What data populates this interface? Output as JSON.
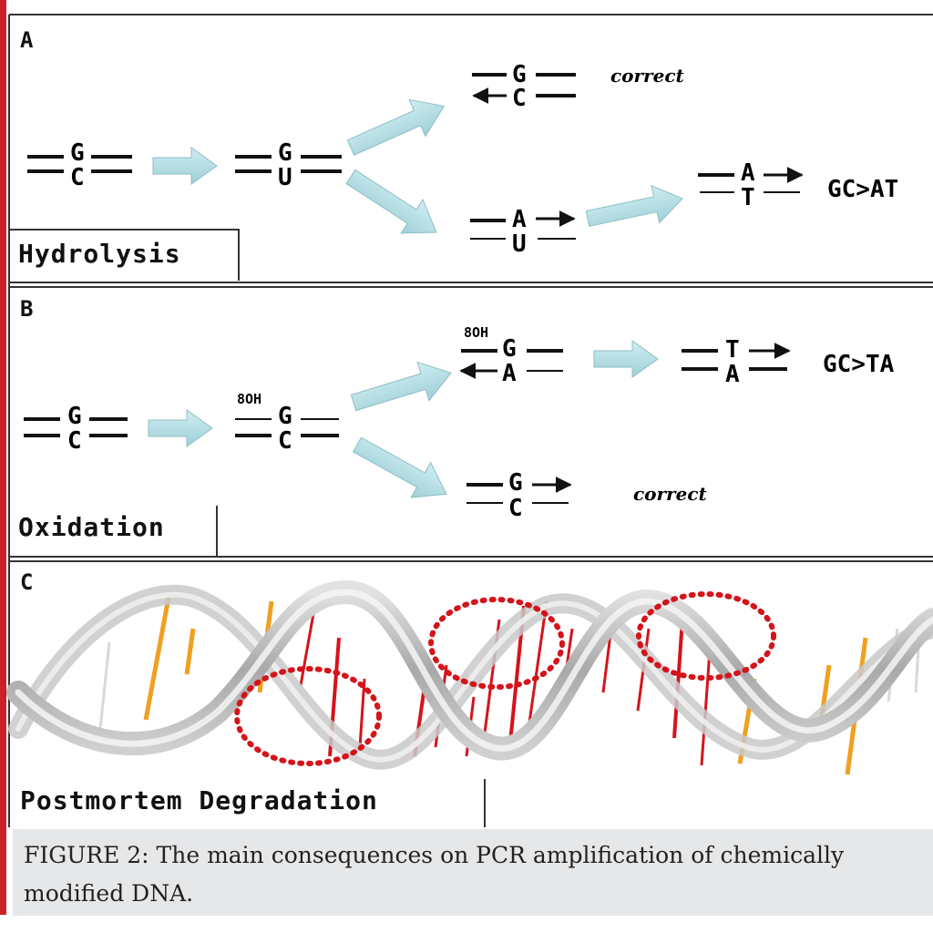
{
  "panel_a": {
    "letter": "A",
    "name": "Hydrolysis",
    "start_pair": [
      "G",
      "C"
    ],
    "damaged_pair": [
      "G",
      "U"
    ],
    "branch_correct_pair": [
      "G",
      "C"
    ],
    "branch_correct_label": "correct",
    "branch_mut_pair": [
      "A",
      "U"
    ],
    "result_pair": [
      "A",
      "T"
    ],
    "result_label": "GC>AT"
  },
  "panel_b": {
    "letter": "B",
    "name": "Oxidation",
    "start_pair": [
      "G",
      "C"
    ],
    "damaged_prefix": "8OH",
    "damaged_pair": [
      "G",
      "C"
    ],
    "branch_mut_prefix": "8OH",
    "branch_mut_pair": [
      "G",
      "A"
    ],
    "result_pair": [
      "T",
      "A"
    ],
    "result_label": "GC>TA",
    "branch_correct_pair": [
      "G",
      "C"
    ],
    "branch_correct_label": "correct"
  },
  "panel_c": {
    "letter": "C",
    "name": "Postmortem Degradation"
  },
  "caption": "FIGURE 2: The main consequences on PCR amplification of chemically modified DNA.",
  "colors": {
    "accent_bar": "#cc2027",
    "arrow_fill": "#b7dde3",
    "damage_red": "#d4141b",
    "base_orange": "#f0a020",
    "backbone": "#b8b8b8"
  }
}
